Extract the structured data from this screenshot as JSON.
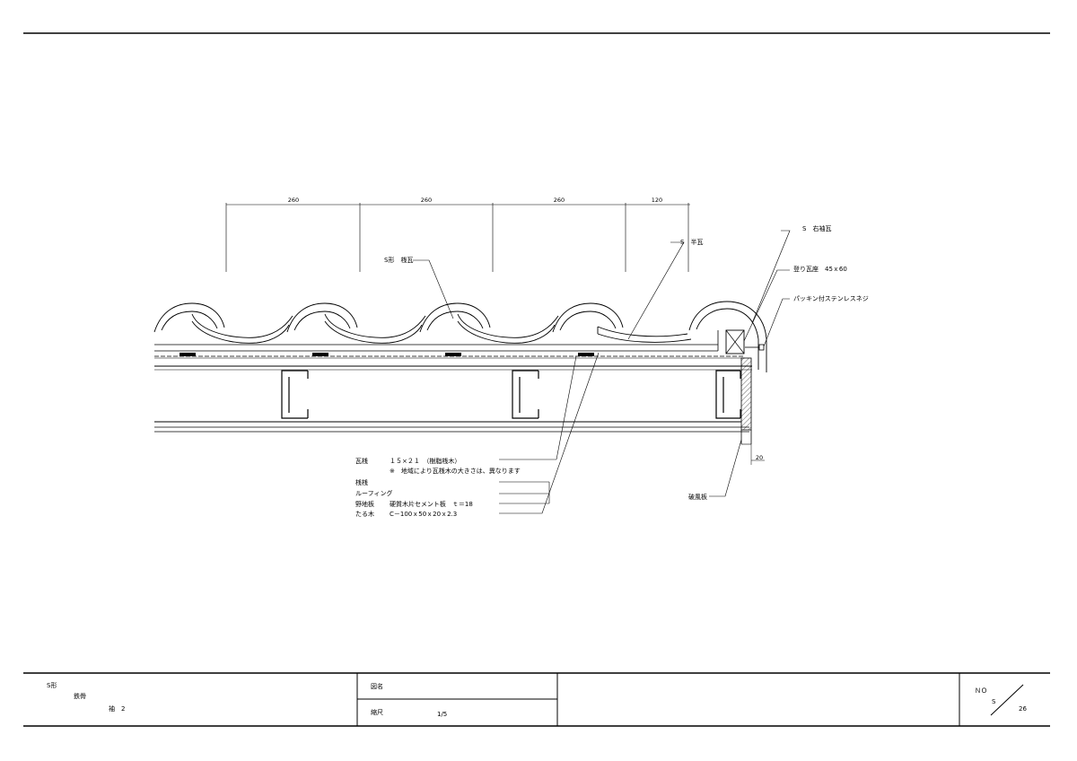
{
  "dimensions": {
    "d1": "260",
    "d2": "260",
    "d3": "260",
    "d4": "120",
    "d5": "20"
  },
  "labels": {
    "s_kawara": "S形　桟瓦",
    "s_han": "S　半瓦",
    "s_migisode": "S　右袖瓦",
    "nobori_kawaraza": "登り瓦座　45ｘ60",
    "packing_screw": "パッキン付ステンレスネジ",
    "hafuita": "破風板"
  },
  "spec": {
    "r1_name": "瓦桟",
    "r1_val": "１５×２１　（樹脂桟木）",
    "r1_note": "※　地域により瓦桟木の大きさは、異なります",
    "r2_name": "桟桟",
    "r3_name": "ルーフィング",
    "r4_name": "野地板",
    "r4_val": "硬質木片セメント板　ｔ＝18",
    "r5_name": "たる木",
    "r5_val": "C－100ｘ50ｘ20ｘ2.3"
  },
  "titleblock": {
    "s_kei": "S形",
    "tekkotsu": "鉄骨",
    "sode": "袖　2",
    "zumei": "図名",
    "shakudo": "縮尺",
    "scale": "1/5",
    "no_label": "ＮＯ",
    "no_prefix": "S",
    "no_number": "26"
  }
}
